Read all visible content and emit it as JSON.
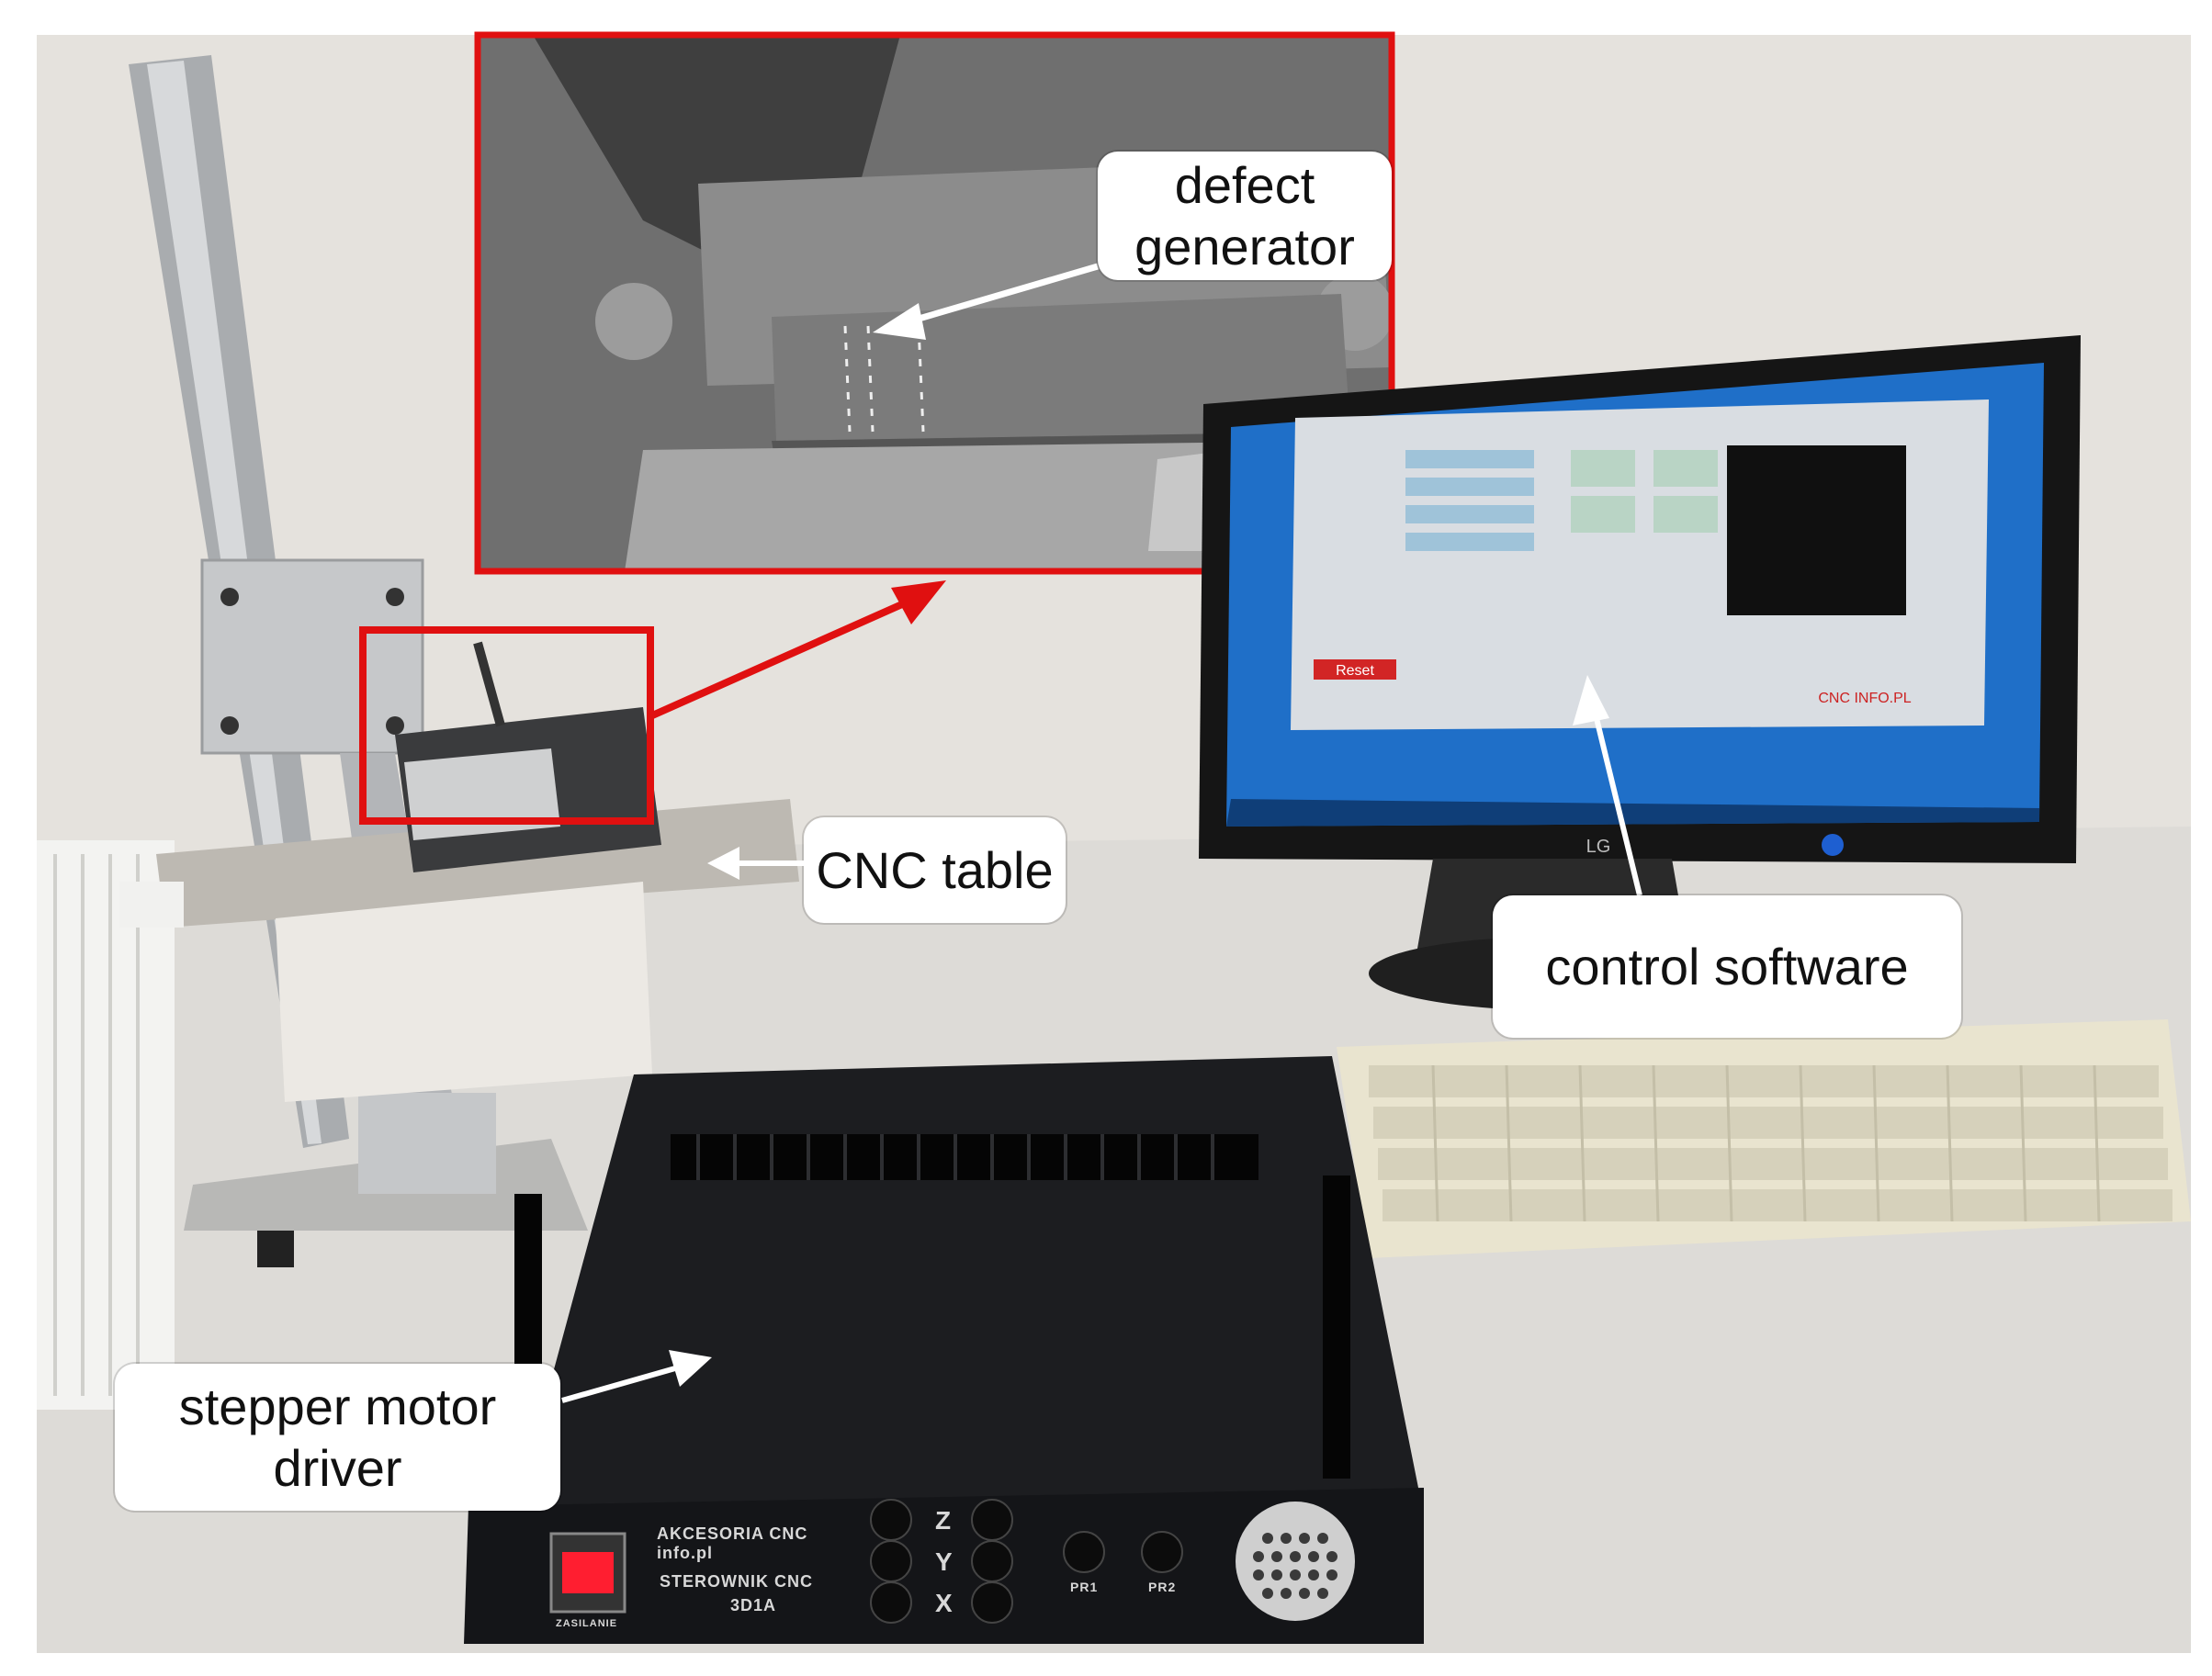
{
  "labels": {
    "defect_generator": "defect\ngenerator",
    "cnc_table": "CNC table",
    "control_software": "control software",
    "stepper_motor_driver": "stepper motor\ndriver"
  },
  "hardware_text": {
    "brand": "AKCESORIA CNC info.pl",
    "model": "STEROWNIK CNC",
    "model_code": "3D1A",
    "axis_z": "Z",
    "axis_y": "Y",
    "axis_x": "X",
    "port_1": "PR1",
    "port_2": "PR2",
    "switch_label": "ZASILANIE",
    "monitor_brand": "LG",
    "screen_reset": "Reset",
    "screen_brand": "CNC INFO.PL"
  },
  "colors": {
    "highlight_red": "#e01010",
    "callout_bg": "#ffffff",
    "wall": "#e6e3de",
    "desk": "#dedcd8",
    "driver_box": "#1c1d20",
    "screen_blue": "#1f6fc8"
  }
}
